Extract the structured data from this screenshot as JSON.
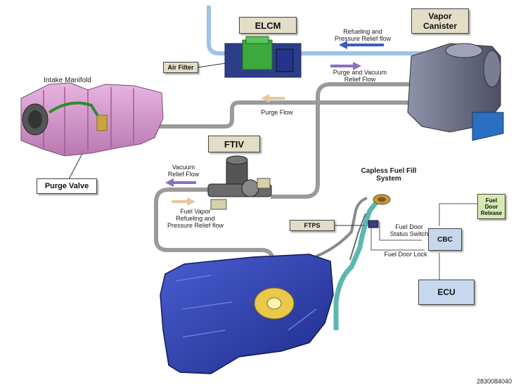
{
  "labels": {
    "elcm": "ELCM",
    "vapor_canister": "Vapor\nCanister",
    "air_filter": "Air Filter",
    "refuel_pressure_flow": "Refueling and\nPressure Relief flow",
    "purge_vacuum_flow": "Purge and Vacuum\nRelief  Flow",
    "intake_manifold": "Intake Manifold",
    "purge_flow": "Purge Flow",
    "ftiv": "FTIV",
    "vacuum_relief_flow": "Vacuum\nRelief  Flow",
    "purge_valve": "Purge Valve",
    "fuel_vapor_flow": "Fuel Vapor\nRefueling and\nPressure Relief flow",
    "capless_fill": "Capless Fuel Fill\nSystem",
    "ftps": "FTPS",
    "fuel_door_status": "Fuel Door\nStatus Switch",
    "fuel_door_lock": "Fuel Door Lock",
    "cbc": "CBC",
    "fuel_door_release": "Fuel\nDoor\nRelease",
    "ecu": "ECU",
    "figure_id": "2830084040"
  },
  "colors": {
    "hose": "#9a9a9a",
    "air_hose": "#9cc3e6",
    "manifold": "#d89ed0",
    "tank": "#2d3fae",
    "canister": "#6b6e86",
    "elcm": "#3da83d",
    "box_tan": "#e2ddc6",
    "box_green": "#d6ebb4",
    "box_blue": "#c7d7ee",
    "arrow_blue": "#3b5bc4",
    "arrow_purple": "#8a6fc0",
    "arrow_tan": "#e8c79a"
  }
}
